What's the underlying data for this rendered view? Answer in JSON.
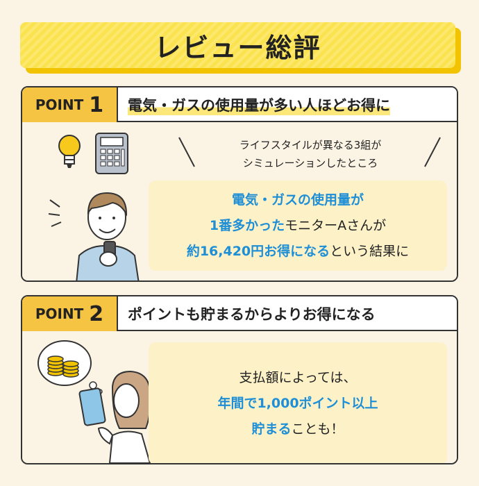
{
  "title": "レビュー総評",
  "points": [
    {
      "label": "POINT",
      "number": "1",
      "heading": "電気・ガスの使用量が多い人ほどお得に",
      "sub_line1": "ライフスタイルが異なる3組が",
      "sub_line2": "シミュレーションしたところ",
      "result": {
        "l1": "電気・ガスの使用量が",
        "l2a": "1番多かった",
        "l2b": "モニターAさんが",
        "l3a": "約16,420円お得になる",
        "l3b": "という結果に"
      }
    },
    {
      "label": "POINT",
      "number": "2",
      "heading": "ポイントも貯まるからよりお得になる",
      "result": {
        "l1": "支払額によっては、",
        "l2": "年間で1,000ポイント以上",
        "l3a": "貯まる",
        "l3b": "ことも！"
      }
    }
  ],
  "colors": {
    "background": "#fbf3e4",
    "title_yellow": "#fbe34f",
    "point_tab": "#f6c443",
    "accent_blue": "#1e8fd6",
    "highlight_box": "#fdf1c7"
  },
  "icons": [
    "lightbulb-icon",
    "calculator-icon",
    "man-with-phone-illustration",
    "coins-thought-bubble-icon",
    "woman-with-smartphone-illustration"
  ]
}
